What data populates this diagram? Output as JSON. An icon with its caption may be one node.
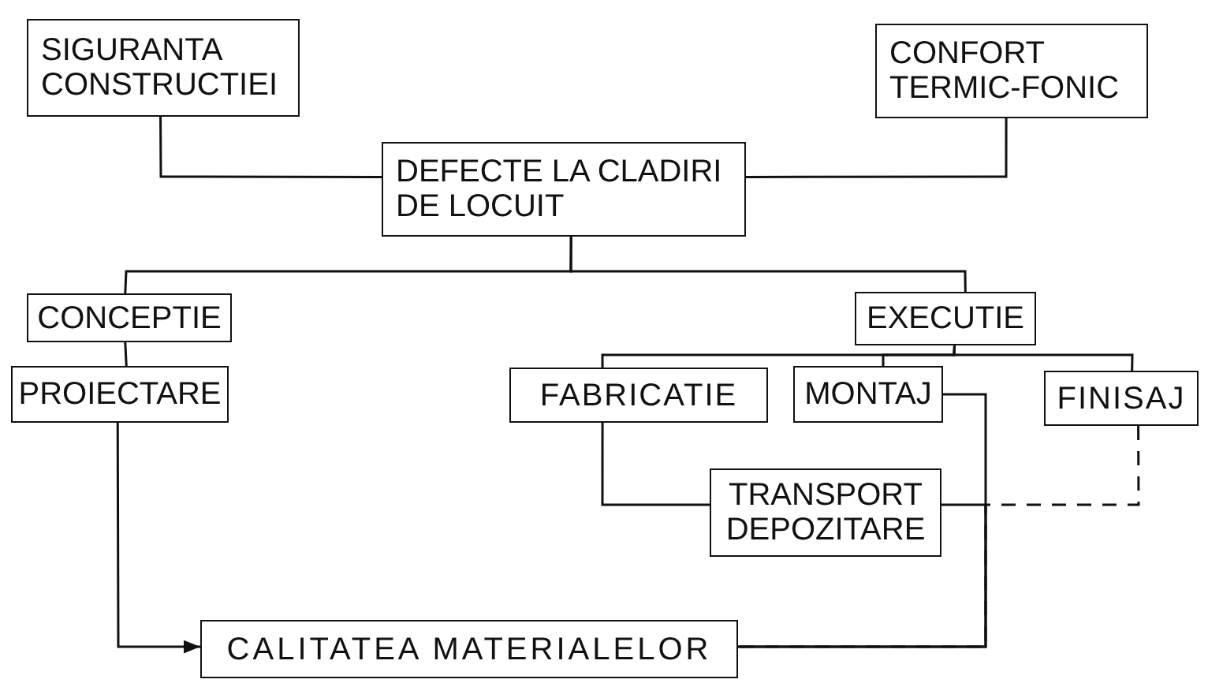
{
  "diagram": {
    "nodes": [
      {
        "text": [
          "SIGURANTA CONSTRUCTIEI"
        ]
      },
      {
        "text": [
          "CONFORT TERMIC-FONIC"
        ]
      },
      {
        "text": [
          "DEFECTE LA CLADIRI DE LOCUIT"
        ]
      },
      {
        "text": [
          "CONCEPTIE"
        ]
      },
      {
        "text": [
          "EXECUTIE"
        ]
      },
      {
        "text": [
          "PROIECTARE"
        ]
      },
      {
        "text": [
          "FABRICATIE"
        ]
      },
      {
        "text": [
          "MONTAJ"
        ]
      },
      {
        "text": [
          "FINISAJ"
        ]
      },
      {
        "text": [
          "TRANSPORT DEPOZITARE"
        ]
      },
      {
        "text": [
          "CALITATEA MATERIALELOR"
        ]
      }
    ],
    "edges": [
      {
        "from": 0,
        "to": 2,
        "arrow": "none"
      },
      {
        "from": 1,
        "to": 2,
        "arrow": "none"
      },
      {
        "from": 2,
        "to": 3,
        "arrow": "none"
      },
      {
        "from": 2,
        "to": 4,
        "arrow": "none"
      },
      {
        "from": 3,
        "to": 5,
        "arrow": "none"
      },
      {
        "from": 4,
        "to": 6,
        "arrow": "none"
      },
      {
        "from": 4,
        "to": 7,
        "arrow": "none"
      },
      {
        "from": 4,
        "to": 8,
        "arrow": "none"
      },
      {
        "from": 6,
        "to": 9,
        "arrow": "none"
      },
      {
        "from": 9,
        "to": 10,
        "arrow": "none"
      },
      {
        "from": 7,
        "to": 10,
        "arrow": "none"
      },
      {
        "from": 8,
        "to": 10,
        "arrow": "none",
        "style": "dashed"
      },
      {
        "from": 5,
        "to": 10,
        "arrow": "to"
      }
    ]
  }
}
